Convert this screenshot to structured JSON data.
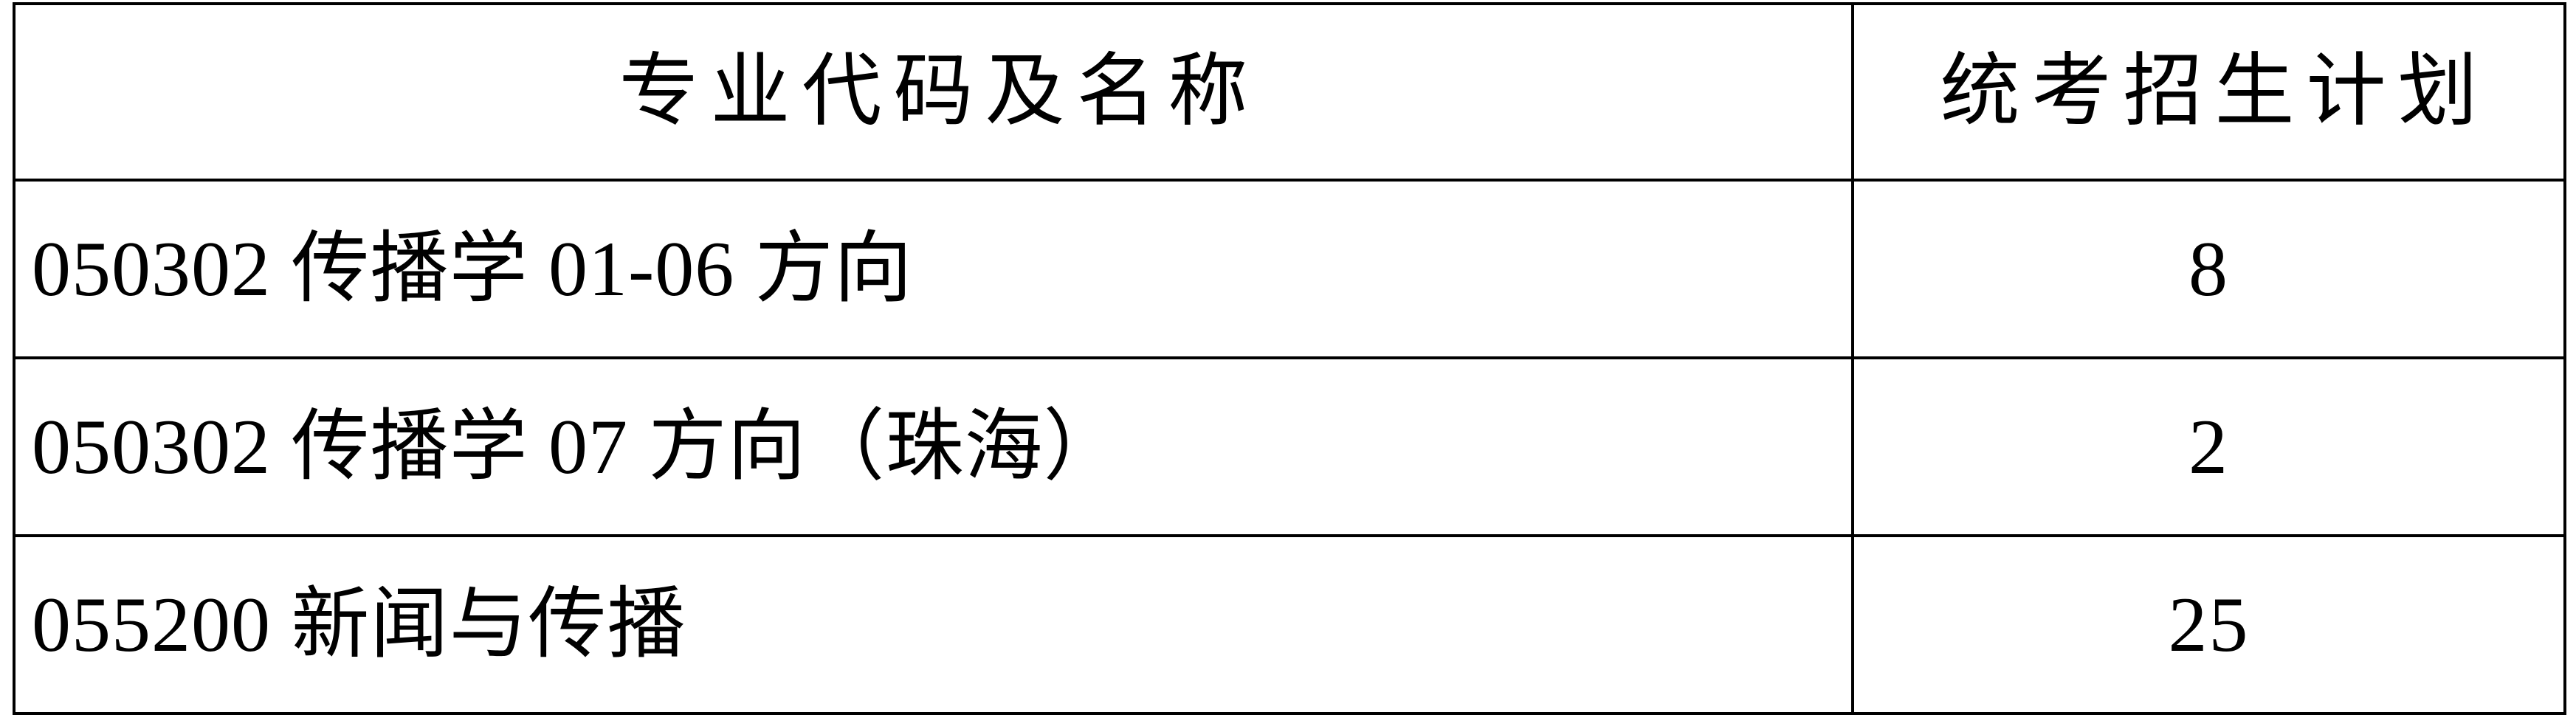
{
  "table": {
    "columns": [
      {
        "key": "major",
        "header": "专业代码及名称",
        "align": "center"
      },
      {
        "key": "quota",
        "header": "统考招生计划",
        "align": "center"
      }
    ],
    "rows": [
      {
        "major": "050302 传播学 01-06 方向",
        "quota": "8"
      },
      {
        "major": "050302 传播学 07 方向（珠海）",
        "quota": "2"
      },
      {
        "major": "055200 新闻与传播",
        "quota": "25"
      }
    ]
  },
  "style": {
    "border_color": "#000000",
    "text_color": "#000000",
    "background": "#ffffff"
  }
}
